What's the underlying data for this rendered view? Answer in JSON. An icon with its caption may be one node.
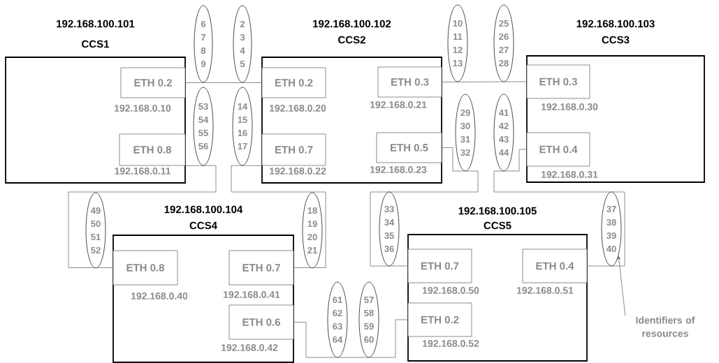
{
  "diagram": {
    "nodes": [
      {
        "text": [
          "192.168.100.101",
          "CCS1"
        ]
      },
      {
        "text": [
          "ETH 0.2"
        ],
        "beside": [
          "192.168.0.10"
        ],
        "in": 0
      },
      {
        "text": [
          "ETH 0.8"
        ],
        "beside": [
          "192.168.0.11"
        ],
        "in": 0
      },
      {
        "text": [
          "192.168.100.102",
          "CCS2"
        ]
      },
      {
        "text": [
          "ETH 0.2"
        ],
        "beside": [
          "192.168.0.20"
        ],
        "in": 3
      },
      {
        "text": [
          "ETH 0.7"
        ],
        "beside": [
          "192.168.0.22"
        ],
        "in": 3
      },
      {
        "text": [
          "ETH 0.3"
        ],
        "beside": [
          "192.168.0.21"
        ],
        "in": 3
      },
      {
        "text": [
          "ETH 0.5"
        ],
        "beside": [
          "192.168.0.23"
        ],
        "in": 3
      },
      {
        "text": [
          "192.168.100.103",
          "CCS3"
        ]
      },
      {
        "text": [
          "ETH 0.3"
        ],
        "beside": [
          "192.168.0.30"
        ],
        "in": 8
      },
      {
        "text": [
          "ETH 0.4"
        ],
        "beside": [
          "192.168.0.31"
        ],
        "in": 8
      },
      {
        "text": [
          "192.168.100.104",
          "CCS4"
        ]
      },
      {
        "text": [
          "ETH 0.8"
        ],
        "beside": [
          "192.168.0.40"
        ],
        "in": 11
      },
      {
        "text": [
          "ETH 0.7"
        ],
        "beside": [
          "192.168.0.41"
        ],
        "in": 11
      },
      {
        "text": [
          "ETH 0.6"
        ],
        "beside": [
          "192.168.0.42"
        ],
        "in": 11
      },
      {
        "text": [
          "192.168.100.105",
          "CCS5"
        ]
      },
      {
        "text": [
          "ETH 0.7"
        ],
        "beside": [
          "192.168.0.50"
        ],
        "in": 15
      },
      {
        "text": [
          "ETH 0.4"
        ],
        "beside": [
          "192.168.0.51"
        ],
        "in": 15
      },
      {
        "text": [
          "ETH 0.2"
        ],
        "beside": [
          "192.168.0.52"
        ],
        "in": 15
      },
      {
        "text": [
          "6 7 8 9"
        ]
      },
      {
        "text": [
          "2 3 4 5"
        ]
      },
      {
        "text": [
          "10 11 12 13"
        ]
      },
      {
        "text": [
          "25 26 27 28"
        ]
      },
      {
        "text": [
          "53 54 55 56"
        ]
      },
      {
        "text": [
          "14 15 16 17"
        ]
      },
      {
        "text": [
          "29 30 31 32"
        ]
      },
      {
        "text": [
          "41 42 43 44"
        ]
      },
      {
        "text": [
          "49 50 51 52"
        ]
      },
      {
        "text": [
          "18 19 20 21"
        ]
      },
      {
        "text": [
          "33 34 35 36"
        ]
      },
      {
        "text": [
          "37 38 39 40"
        ]
      },
      {
        "text": [
          "61 62 63 64"
        ]
      },
      {
        "text": [
          "57 58 59 60"
        ]
      },
      {
        "text": [
          "Identifiers of resources"
        ]
      }
    ],
    "edges": [
      {
        "from": 1,
        "to": 4,
        "arrow": "none"
      },
      {
        "from": 6,
        "to": 9,
        "arrow": "none"
      },
      {
        "from": 2,
        "to": 12,
        "arrow": "none"
      },
      {
        "from": 5,
        "to": 13,
        "arrow": "none"
      },
      {
        "from": 7,
        "to": 16,
        "arrow": "none"
      },
      {
        "from": 10,
        "to": 17,
        "arrow": "none"
      },
      {
        "from": 14,
        "to": 18,
        "arrow": "none"
      },
      {
        "from": 33,
        "to": 30,
        "arrow": "to"
      }
    ]
  }
}
